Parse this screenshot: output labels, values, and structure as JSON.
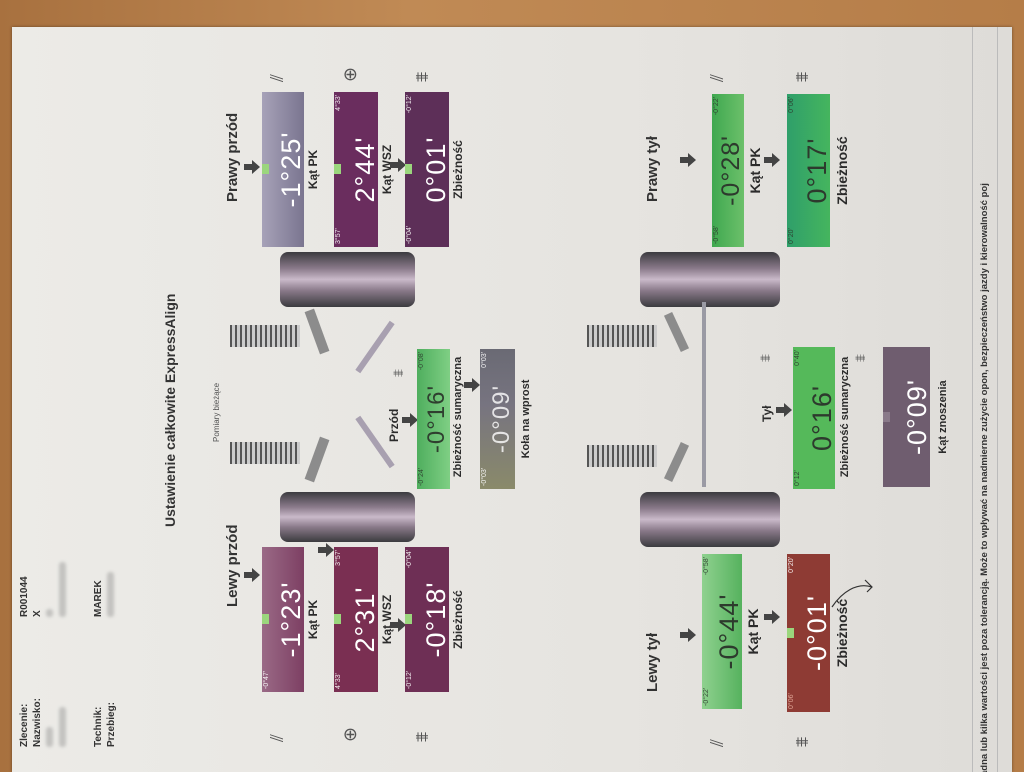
{
  "header": {
    "fields": [
      {
        "label": "Zlecenie:",
        "value": "R001044"
      },
      {
        "label": "Nazwisko:",
        "value": "X"
      },
      {
        "label": "Technik:",
        "value": "MAREK"
      },
      {
        "label": "Przebieg:",
        "value": ""
      }
    ]
  },
  "title": "Ustawienie całkowite ExpressAlign",
  "subtitle": "Pomiary bieżące",
  "front_left": {
    "heading": "Lewy przód",
    "camber": {
      "label": "Kąt PK",
      "value": "-1°23'",
      "min": "-0°47'",
      "color": "#7d3f63"
    },
    "caster": {
      "label": "Kąt WSZ",
      "value": "2°31'",
      "min": "4°33'",
      "max": "3°57'",
      "color": "#7a2f52"
    },
    "toe": {
      "label": "Zbieżność",
      "value": "-0°18'",
      "min": "-0°12'",
      "max": "-0°04'",
      "color": "#6e2f55"
    }
  },
  "front_right": {
    "heading": "Prawy przód",
    "camber": {
      "label": "Kąt PK",
      "value": "-1°25'",
      "color": "#7a7590"
    },
    "caster": {
      "label": "Kąt WSZ",
      "value": "2°44'",
      "min": "3°57'",
      "max": "4°33'",
      "color": "#6a2d5e"
    },
    "toe": {
      "label": "Zbieżność",
      "value": "0°01'",
      "min": "-0°04'",
      "max": "-0°12'",
      "color": "#5d2f58"
    }
  },
  "front_center": {
    "heading": "Przód",
    "total_toe": {
      "label": "Zbieżność sumaryczna",
      "value": "-0°16'",
      "min": "-0°24'",
      "max": "-0°08'",
      "color": "#5cb86a"
    },
    "steer": {
      "label": "Koła na wprost",
      "value": "-0°09'",
      "min": "-0°03'",
      "max": "0°03'",
      "color": "#7b7370"
    }
  },
  "rear_left": {
    "heading": "Lewy tył",
    "camber": {
      "label": "Kąt PK",
      "value": "-0°44'",
      "min": "-0°22'",
      "max": "-0°58'",
      "color": "#56b25e"
    },
    "toe": {
      "label": "Zbieżność",
      "value": "-0°01'",
      "min": "0°06'",
      "max": "0°20'",
      "color": "#8e3b34"
    }
  },
  "rear_right": {
    "heading": "Prawy tył",
    "camber": {
      "label": "Kąt PK",
      "value": "-0°28'",
      "min": "-0°58'",
      "max": "-0°22'",
      "color": "#4fb35a"
    },
    "toe": {
      "label": "Zbieżność",
      "value": "0°17'",
      "min": "0°20'",
      "max": "0°06'",
      "color": "#3caa62"
    }
  },
  "rear_center": {
    "heading": "Tył",
    "total_toe": {
      "label": "Zbieżność sumaryczna",
      "value": "0°16'",
      "min": "0°12'",
      "max": "0°40'",
      "color": "#55b95a"
    },
    "thrust": {
      "label": "Kąt znoszenia",
      "value": "-0°09'",
      "color": "#6f5d6f"
    }
  },
  "footer": "adna lub kilka wartości jest poza tolerancją. Może to wpływać na nadmierne zużycie opon, bezpieczeństwo jazdy i kierowalność poj"
}
